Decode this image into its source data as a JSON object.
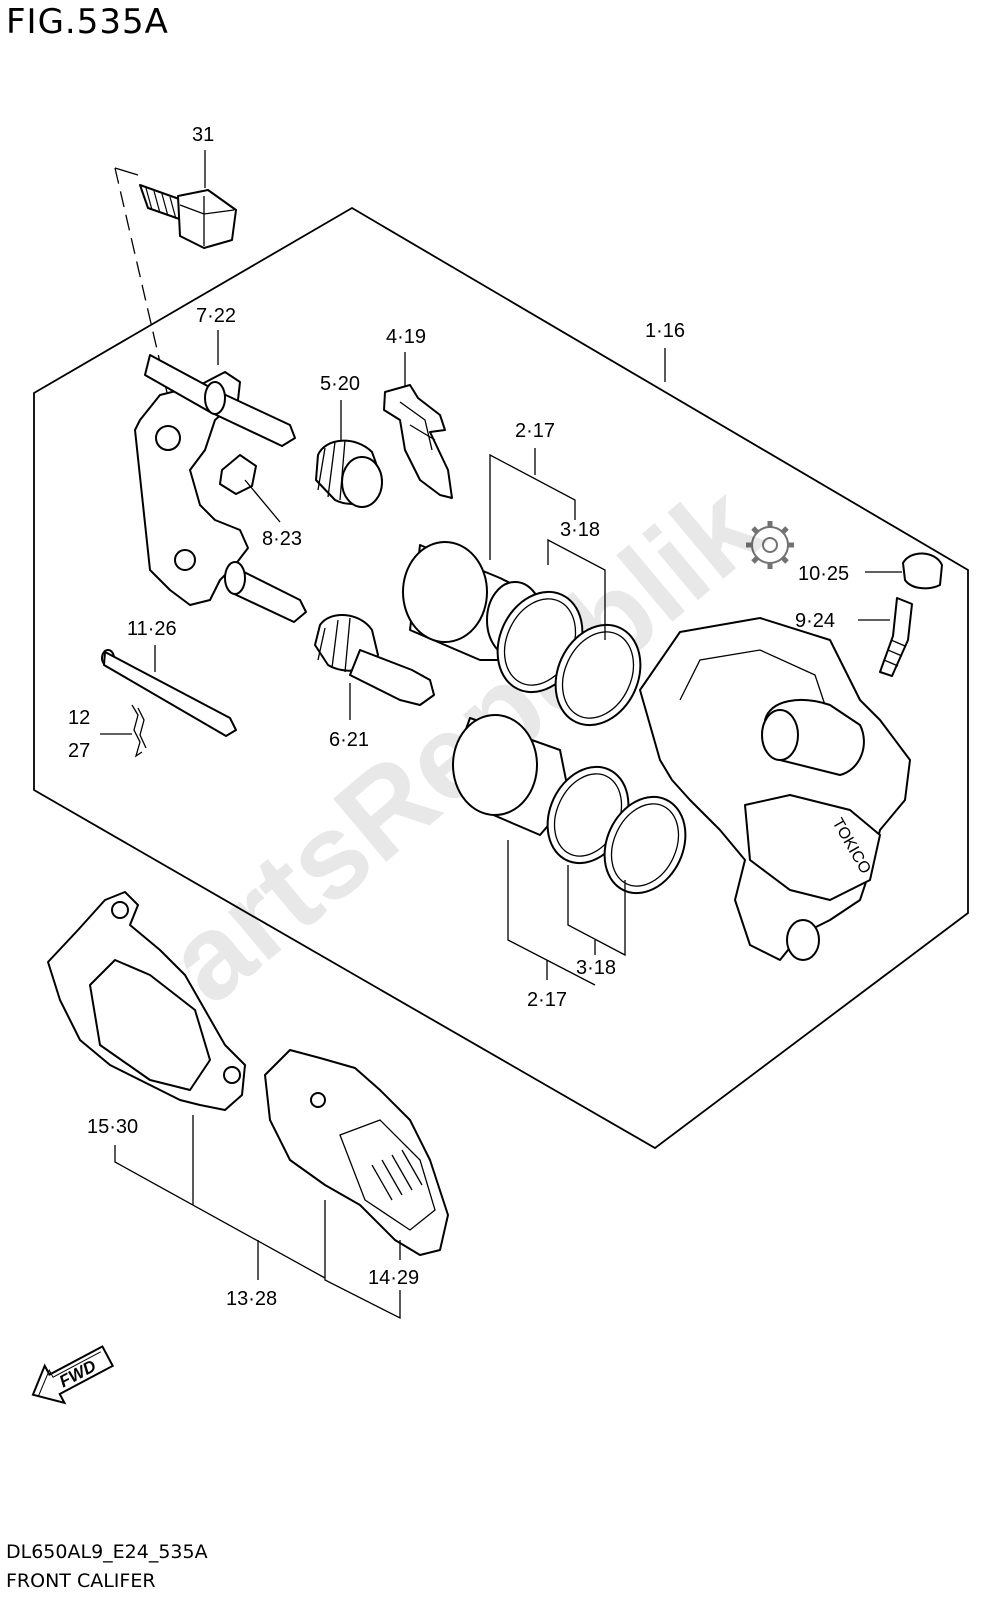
{
  "figure": {
    "title": "FIG.535A",
    "code": "DL650AL9_E24_535A",
    "name": "FRONT CALIFER"
  },
  "watermark": {
    "text": "PartsRepublik",
    "icon": "gear-icon"
  },
  "labels": {
    "p31": "31",
    "p7_22": "7·22",
    "p4_19": "4·19",
    "p1_16": "1·16",
    "p5_20": "5·20",
    "p2_17_top": "2·17",
    "p3_18_top": "3·18",
    "p8_23": "8·23",
    "p10_25": "10·25",
    "p9_24": "9·24",
    "p11_26": "11·26",
    "p12": "12",
    "p27": "27",
    "p6_21": "6·21",
    "p3_18_bot": "3·18",
    "p2_17_bot": "2·17",
    "p15_30": "15·30",
    "p13_28": "13·28",
    "p14_29": "14·29"
  },
  "caliper_brand": "TOKICO",
  "fwd": "FWD"
}
